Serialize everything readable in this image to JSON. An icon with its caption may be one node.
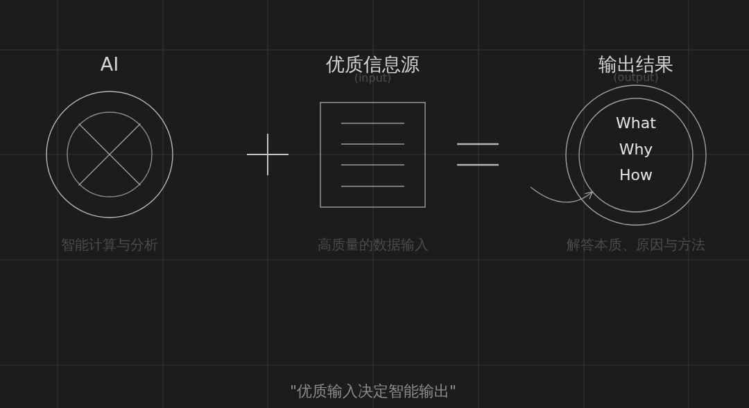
{
  "diagram": {
    "nodes": [
      {
        "text": [
          "AI"
        ],
        "beside": [
          "智能计算与分析"
        ]
      },
      {
        "text": [
          "优质信息源",
          "(input)"
        ],
        "beside": [
          "高质量的数据输入"
        ]
      },
      {
        "text": [
          "输出结果",
          "(output)"
        ],
        "beside": [
          "解答本质、原因与方法"
        ]
      },
      {
        "text": [
          "What",
          "Why",
          "How"
        ],
        "in": 2
      }
    ],
    "edges": [
      {
        "from": null,
        "to": 3,
        "arrow": "to"
      }
    ],
    "caption": "\"优质输入决定智能输出\""
  }
}
